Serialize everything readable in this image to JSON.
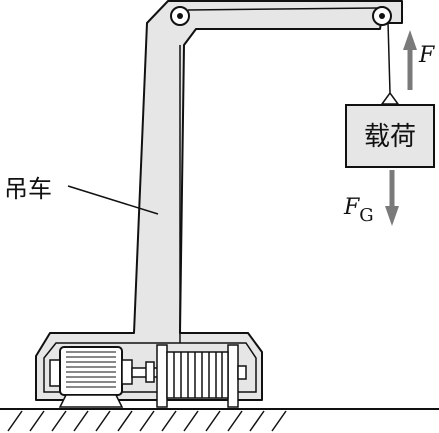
{
  "labels": {
    "crane": "吊车",
    "load": "载荷",
    "force_up": "F",
    "force_gravity_main": "F",
    "force_gravity_sub": "G"
  },
  "colors": {
    "structure_fill": "#e6e6e6",
    "outline": "#111111",
    "arrow_gray": "#7a7a7a"
  }
}
